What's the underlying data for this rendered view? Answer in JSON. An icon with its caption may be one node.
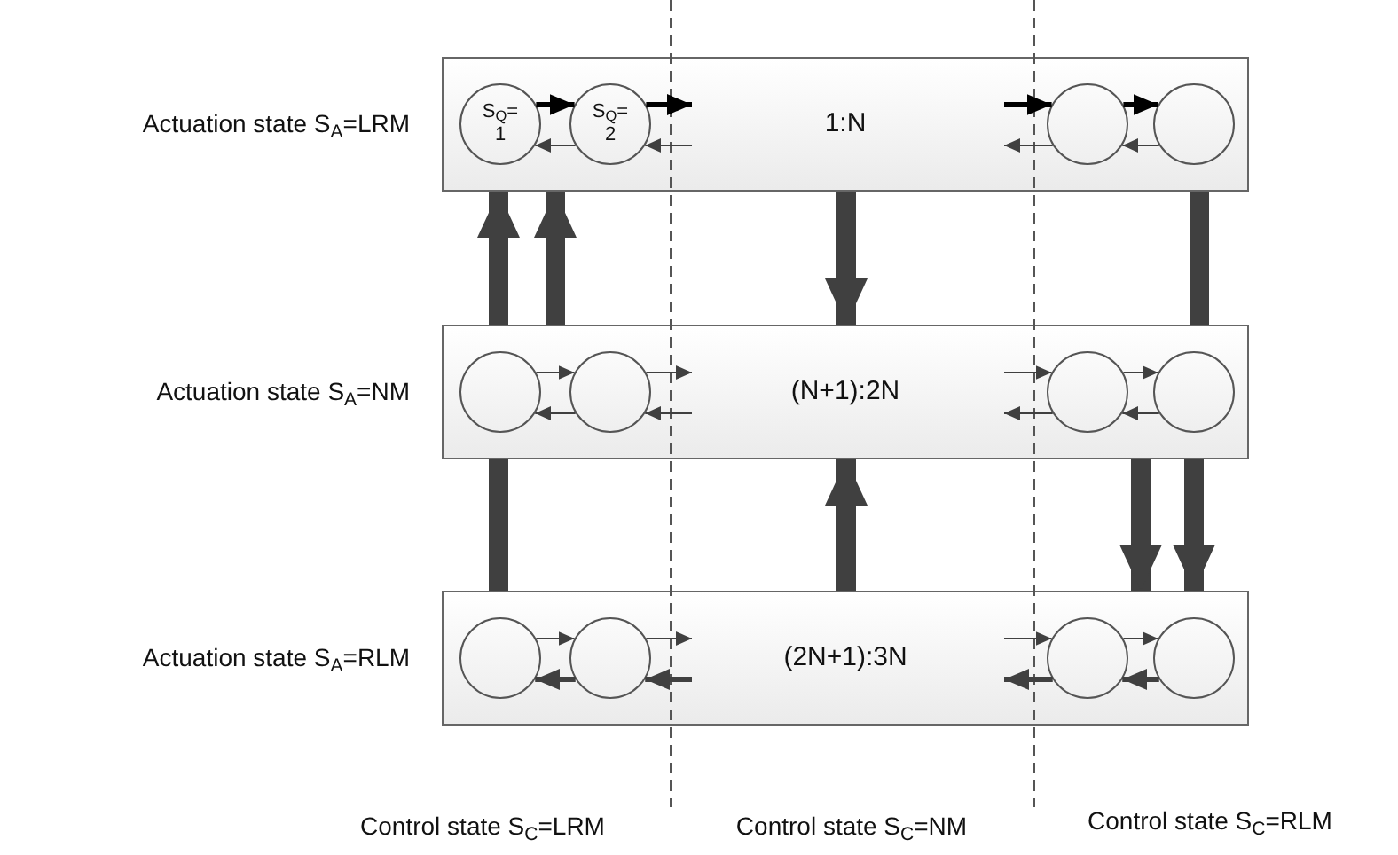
{
  "diagram": {
    "nodes": [
      {
        "text": [
          "1:N"
        ],
        "beside": [
          "Actuation state S$_{A}$=LRM"
        ]
      },
      {
        "text": [
          "S$_{Q}$= 1"
        ],
        "in": 0
      },
      {
        "text": [
          "S$_{Q}$= 2"
        ],
        "in": 0
      },
      {
        "text": [],
        "shape": "circle",
        "in": 0
      },
      {
        "text": [],
        "shape": "circle",
        "in": 0
      },
      {
        "text": [
          "(N+1):2N"
        ],
        "beside": [
          "Actuation state S$_{A}$=NM"
        ]
      },
      {
        "text": [],
        "shape": "circle",
        "in": 5
      },
      {
        "text": [],
        "shape": "circle",
        "in": 5
      },
      {
        "text": [],
        "shape": "circle",
        "in": 5
      },
      {
        "text": [],
        "shape": "circle",
        "in": 5
      },
      {
        "text": [
          "(2N+1):3N"
        ],
        "beside": [
          "Actuation state S$_{A}$=RLM"
        ]
      },
      {
        "text": [],
        "shape": "circle",
        "in": 10
      },
      {
        "text": [],
        "shape": "circle",
        "in": 10
      },
      {
        "text": [],
        "shape": "circle",
        "in": 10
      },
      {
        "text": [],
        "shape": "circle",
        "in": 10
      }
    ],
    "edges": [
      {
        "from": 1,
        "to": 2,
        "arrow": "to",
        "style": "thick",
        "color": "#000000"
      },
      {
        "from": 2,
        "to": null,
        "arrow": "to",
        "style": "thick",
        "color": "#000000"
      },
      {
        "from": null,
        "to": 2,
        "arrow": "to"
      },
      {
        "from": 2,
        "to": 1,
        "arrow": "to"
      },
      {
        "from": null,
        "to": 3,
        "arrow": "to",
        "style": "thick",
        "color": "#000000"
      },
      {
        "from": 3,
        "to": 4,
        "arrow": "to",
        "style": "thick",
        "color": "#000000"
      },
      {
        "from": 4,
        "to": 3,
        "arrow": "to"
      },
      {
        "from": 3,
        "to": null,
        "arrow": "to"
      },
      {
        "from": 6,
        "to": 7,
        "arrow": "to"
      },
      {
        "from": 7,
        "to": null,
        "arrow": "to"
      },
      {
        "from": null,
        "to": 7,
        "arrow": "to"
      },
      {
        "from": 7,
        "to": 6,
        "arrow": "to"
      },
      {
        "from": null,
        "to": 8,
        "arrow": "to"
      },
      {
        "from": 8,
        "to": 9,
        "arrow": "to"
      },
      {
        "from": 9,
        "to": 8,
        "arrow": "to"
      },
      {
        "from": 8,
        "to": null,
        "arrow": "to"
      },
      {
        "from": 11,
        "to": 12,
        "arrow": "to"
      },
      {
        "from": 12,
        "to": null,
        "arrow": "to"
      },
      {
        "from": null,
        "to": 12,
        "arrow": "to",
        "style": "thick"
      },
      {
        "from": 12,
        "to": 11,
        "arrow": "to",
        "style": "thick"
      },
      {
        "from": null,
        "to": 13,
        "arrow": "to"
      },
      {
        "from": 13,
        "to": 14,
        "arrow": "to"
      },
      {
        "from": 14,
        "to": 13,
        "arrow": "to",
        "style": "thick"
      },
      {
        "from": 13,
        "to": null,
        "arrow": "to",
        "style": "thick"
      },
      {
        "from": 5,
        "to": 0,
        "arrow": "to",
        "style": "thick"
      },
      {
        "from": 5,
        "to": 0,
        "arrow": "to",
        "style": "thick"
      },
      {
        "from": 0,
        "to": 5,
        "arrow": "to",
        "style": "thick"
      },
      {
        "from": 0,
        "to": 5,
        "arrow": "none",
        "style": "thick"
      },
      {
        "from": 10,
        "to": 5,
        "arrow": "none",
        "style": "thick"
      },
      {
        "from": 10,
        "to": 5,
        "arrow": "to",
        "style": "thick"
      },
      {
        "from": 5,
        "to": 10,
        "arrow": "to",
        "style": "thick"
      },
      {
        "from": 5,
        "to": 10,
        "arrow": "to",
        "style": "thick"
      }
    ],
    "labels": [
      "Control state S$_{C}$=LRM",
      "Control state S$_{C}$=NM",
      "Control state S$_{C}$=RLM"
    ]
  }
}
